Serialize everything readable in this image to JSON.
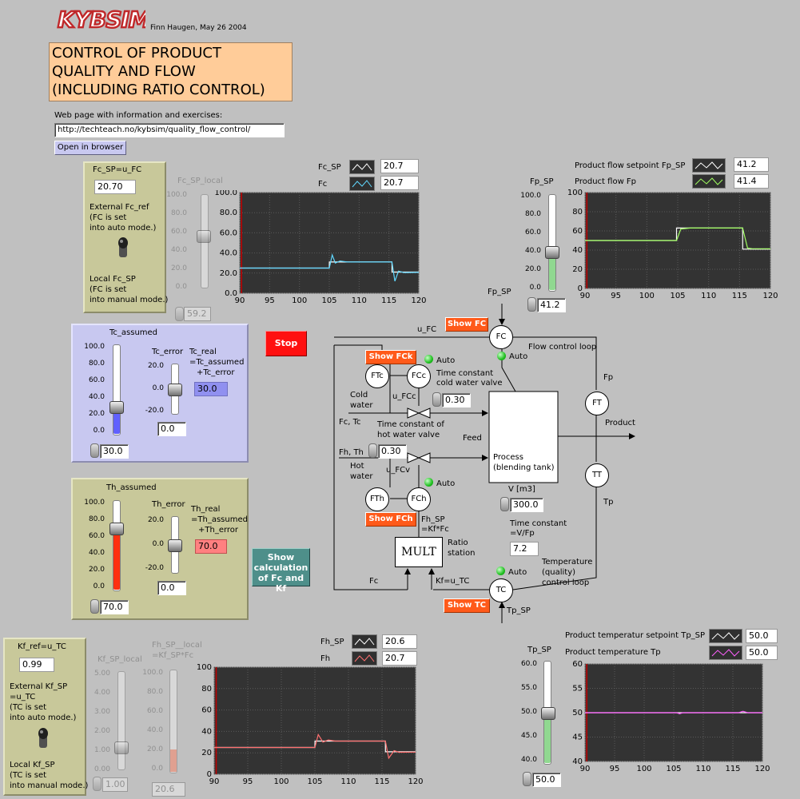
{
  "header": {
    "logo_text": "KYBSIM",
    "author": "Finn Haugen, May 26 2004",
    "title_lines": [
      "CONTROL OF PRODUCT",
      "QUALITY AND FLOW",
      "(INCLUDING RATIO CONTROL)"
    ],
    "web_label": "Web page with information and exercises:",
    "url": "http://techteach.no/kybsim/quality_flow_control/",
    "open_button": "Open in browser"
  },
  "fc_panel": {
    "title": "Fc_SP=u_FC",
    "value": "20.70",
    "external_text": [
      "External Fc_ref",
      "(FC is set",
      "into auto mode.)"
    ],
    "local_text": [
      "Local Fc_SP",
      "(FC is set",
      "into manual mode.)"
    ],
    "local_slider_label": "Fc_SP_local",
    "local_slider_ticks": [
      "100.0",
      "80.0",
      "60.0",
      "40.0",
      "20.0",
      "0.0"
    ],
    "local_value": "59.2"
  },
  "chart_fc": {
    "legend": [
      {
        "name": "Fc_SP",
        "value": "20.7",
        "color": "#ffffff"
      },
      {
        "name": "Fc",
        "value": "20.7",
        "color": "#60d8ff"
      }
    ],
    "y_ticks": [
      "100.0",
      "80.0",
      "60.0",
      "40.0",
      "20.0",
      "0.0"
    ],
    "x_ticks": [
      "90",
      "95",
      "100",
      "105",
      "110",
      "115",
      "120"
    ]
  },
  "chart_fp": {
    "slider_label": "Fp_SP",
    "slider_ticks": [
      "100.0",
      "80.0",
      "60.0",
      "40.0",
      "20.0",
      "0.0"
    ],
    "slider_value": "41.2",
    "legend": [
      {
        "name": "Product flow setpoint Fp_SP",
        "value": "41.2",
        "color": "#ffffff"
      },
      {
        "name": "Product flow Fp",
        "value": "41.4",
        "color": "#a0ff60"
      }
    ],
    "y_ticks": [
      "100",
      "80",
      "60",
      "40",
      "20",
      "0"
    ],
    "x_ticks": [
      "90",
      "95",
      "100",
      "105",
      "110",
      "115",
      "120"
    ]
  },
  "tc_panel": {
    "title": "Tc_assumed",
    "ticks": [
      "100.0",
      "80.0",
      "60.0",
      "40.0",
      "20.0",
      "0.0"
    ],
    "value": "30.0",
    "error_label": "Tc_error",
    "error_ticks": [
      "20.0",
      "0.0",
      "-20.0"
    ],
    "error_value": "0.0",
    "real_label": [
      "Tc_real",
      "=Tc_assumed",
      "+Tc_error"
    ],
    "real_value": "30.0"
  },
  "th_panel": {
    "title": "Th_assumed",
    "ticks": [
      "100.0",
      "80.0",
      "60.0",
      "40.0",
      "20.0",
      "0.0"
    ],
    "value": "70.0",
    "error_label": "Th_error",
    "error_ticks": [
      "20.0",
      "0.0",
      "-20.0"
    ],
    "error_value": "0.0",
    "real_label": [
      "Th_real",
      "=Th_assumed",
      "+Th_error"
    ],
    "real_value": "70.0"
  },
  "stop_button": "Stop",
  "show_calc_button": [
    "Show",
    "calculation",
    "of Fc and Kf"
  ],
  "diagram": {
    "show_fc": "Show FC",
    "show_fck": "Show FCk",
    "show_fch": "Show FCh",
    "show_tc": "Show TC",
    "u_fc": "u_FC",
    "fp_sp": "Fp_SP",
    "fc": "FC",
    "auto": "Auto",
    "flow_loop": "Flow control loop",
    "ftc": "FTc",
    "fcc": "FCc",
    "time_const_cold": [
      "Time constant",
      "cold water valve"
    ],
    "cold_value": "0.30",
    "cold_water": [
      "Cold",
      "water"
    ],
    "u_fcc": "u_FCc",
    "fc_tc": "Fc, Tc",
    "time_const_hot": [
      "Time constant of",
      "hot water valve"
    ],
    "hot_value": "0.30",
    "fh_th": "Fh, Th",
    "hot_water": [
      "Hot",
      "water"
    ],
    "u_fcv": "u_FCv",
    "fth": "FTh",
    "fch": "FCh",
    "feed": "Feed",
    "process": [
      "Process",
      "(blending tank)"
    ],
    "ft": "FT",
    "fp": "Fp",
    "product": "Product",
    "tt": "TT",
    "tp": "Tp",
    "v_label": "V [m3]",
    "v_value": "300.0",
    "time_const_v": [
      "Time constant",
      "=V/Fp"
    ],
    "tau_value": "7.2",
    "fh_sp": [
      "Fh_SP",
      "=Kf*Fc"
    ],
    "mult": "MULT",
    "ratio_station": [
      "Ratio",
      "station"
    ],
    "fc_bottom": "Fc",
    "kf": "Kf=u_TC",
    "tc": "TC",
    "temp_loop": [
      "Temperature",
      "(quality)",
      "control loop"
    ],
    "tp_sp": "Tp_SP"
  },
  "kf_panel": {
    "title": "Kf_ref=u_TC",
    "value": "0.99",
    "external_text": [
      "External Kf_SP",
      "=u_TC",
      "(TC is set",
      "into auto mode.)"
    ],
    "local_text": [
      "Local Kf_SP",
      "(TC is set",
      "into manual mode.)"
    ],
    "local_slider_label": "Kf_SP_local",
    "local_ticks": [
      "5.00",
      "4.00",
      "3.00",
      "2.00",
      "1.00",
      "0.00"
    ],
    "local_value": "1.00",
    "fh_local_label": [
      "Fh_SP__local",
      "=Kf_SP*Fc"
    ],
    "fh_local_ticks": [
      "100.0",
      "80.0",
      "60.0",
      "40.0",
      "20.0",
      "0.0"
    ],
    "fh_local_value": "20.6"
  },
  "chart_fh": {
    "legend": [
      {
        "name": "Fh_SP",
        "value": "20.6",
        "color": "#ffffff"
      },
      {
        "name": "Fh",
        "value": "20.7",
        "color": "#ff7070"
      }
    ],
    "y_ticks": [
      "100",
      "80",
      "60",
      "40",
      "20",
      "0"
    ],
    "x_ticks": [
      "90",
      "95",
      "100",
      "105",
      "110",
      "115",
      "120"
    ]
  },
  "chart_tp": {
    "slider_label": "Tp_SP",
    "slider_ticks": [
      "60.0",
      "55.0",
      "50.0",
      "45.0",
      "40.0"
    ],
    "slider_value": "50.0",
    "legend": [
      {
        "name": "Product temperatur setpoint Tp_SP",
        "value": "50.0",
        "color": "#ffffff"
      },
      {
        "name": "Product temperature Tp",
        "value": "50.0",
        "color": "#ff60ff"
      }
    ],
    "y_ticks": [
      "60",
      "55",
      "50",
      "45",
      "40"
    ],
    "x_ticks": [
      "90",
      "95",
      "100",
      "105",
      "110",
      "115",
      "120"
    ]
  },
  "chart_data": [
    {
      "type": "line",
      "xlim": [
        90,
        120
      ],
      "ylim": [
        0,
        100
      ],
      "series": [
        {
          "name": "Fc_SP",
          "x": [
            90,
            105,
            105.01,
            115.5,
            115.51,
            120
          ],
          "y": [
            25,
            25,
            31,
            31,
            21,
            21
          ]
        },
        {
          "name": "Fc",
          "x": [
            90,
            105,
            105.5,
            106,
            106.8,
            108,
            115.5,
            116,
            116.6,
            117.5,
            120
          ],
          "y": [
            25,
            25,
            38,
            30,
            32,
            31,
            31,
            12,
            22,
            20.5,
            20.7
          ]
        }
      ]
    },
    {
      "type": "line",
      "xlim": [
        90,
        120
      ],
      "ylim": [
        0,
        100
      ],
      "series": [
        {
          "name": "Product flow setpoint Fp_SP",
          "x": [
            90,
            104.8,
            104.81,
            115.5,
            115.51,
            120
          ],
          "y": [
            50,
            50,
            63,
            63,
            41,
            41
          ]
        },
        {
          "name": "Product flow Fp",
          "x": [
            90,
            104.8,
            105.5,
            107,
            115.5,
            116.3,
            117,
            120
          ],
          "y": [
            50,
            50,
            62,
            63,
            63,
            42,
            41.5,
            41.4
          ]
        }
      ]
    },
    {
      "type": "line",
      "xlim": [
        90,
        120
      ],
      "ylim": [
        0,
        100
      ],
      "series": [
        {
          "name": "Fh_SP",
          "x": [
            90,
            105,
            105.01,
            115.5,
            115.51,
            120
          ],
          "y": [
            25,
            25,
            31,
            31,
            21,
            21
          ]
        },
        {
          "name": "Fh",
          "x": [
            90,
            105,
            105.5,
            106.2,
            107,
            108,
            115.5,
            116,
            116.8,
            117.5,
            120
          ],
          "y": [
            25,
            25,
            37,
            30,
            32,
            31,
            31,
            15,
            22,
            20.5,
            20.7
          ]
        }
      ]
    },
    {
      "type": "line",
      "xlim": [
        90,
        120
      ],
      "ylim": [
        40,
        60
      ],
      "series": [
        {
          "name": "Product temperatur setpoint Tp_SP",
          "x": [
            90,
            120
          ],
          "y": [
            50,
            50
          ]
        },
        {
          "name": "Product temperature Tp",
          "x": [
            90,
            105.5,
            106,
            106.5,
            116,
            116.7,
            117.5,
            120
          ],
          "y": [
            50,
            50,
            49.8,
            50,
            50,
            50.3,
            50,
            50
          ]
        }
      ]
    }
  ]
}
